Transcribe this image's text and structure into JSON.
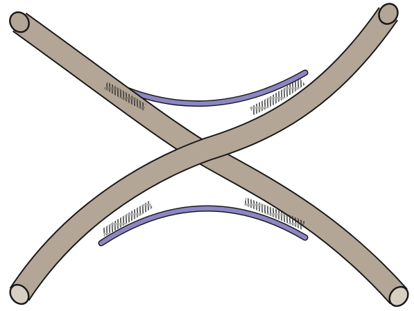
{
  "diagram": {
    "kind": "crossed-fibers-with-bridging-strips",
    "fiber_color": "#b3a696",
    "strip_color": "#8c86c4",
    "outline_color": "#1a1a1a",
    "end_cap_color": "#d8cfc3",
    "fibers": [
      {
        "name": "fiber-a",
        "from": "top-left",
        "to": "bottom-right"
      },
      {
        "name": "fiber-b",
        "from": "top-right",
        "to": "bottom-left"
      }
    ],
    "strips": [
      {
        "name": "upper-strip",
        "position": "top"
      },
      {
        "name": "lower-strip",
        "position": "bottom"
      }
    ]
  }
}
